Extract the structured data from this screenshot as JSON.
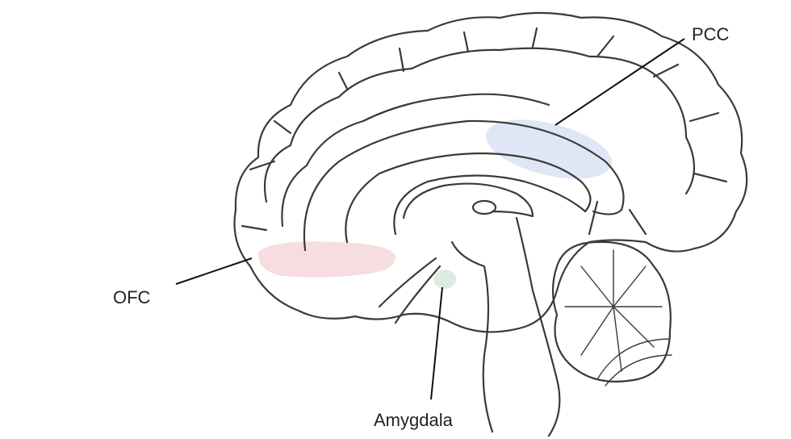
{
  "labels": {
    "pcc": "PCC",
    "ofc": "OFC",
    "amygdala": "Amygdala"
  },
  "colors": {
    "outline": "#3a3a36",
    "pcc": "#dfe6f5",
    "ofc": "#f6dde0",
    "amygdala": "#dcece2",
    "leader": "#111111"
  }
}
